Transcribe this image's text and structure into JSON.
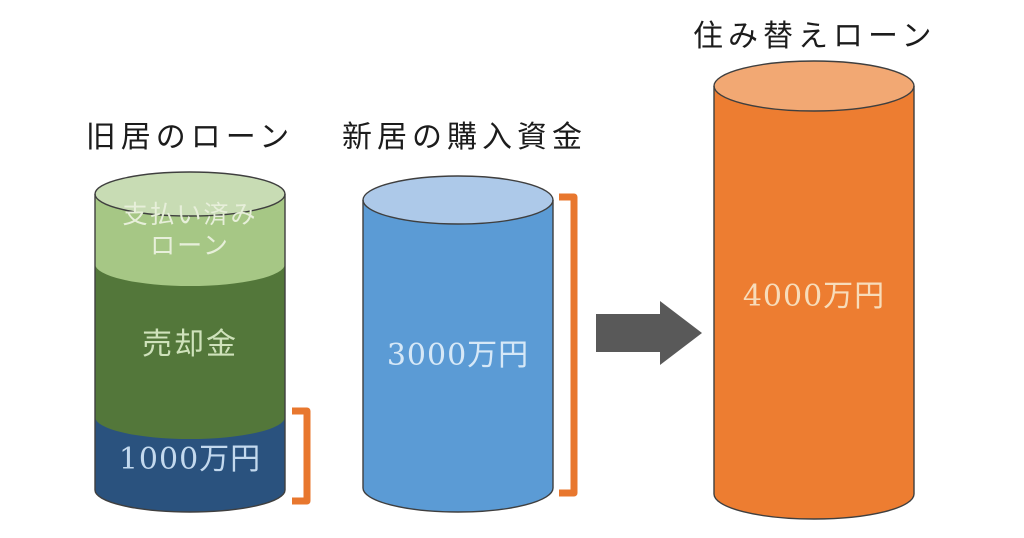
{
  "colors": {
    "paid_segment": "#a6c785",
    "paid_segment_top": "#c8dcb4",
    "sale_segment": "#53773a",
    "remaining_segment": "#2a527e",
    "purchase_cylinder": "#5b9bd5",
    "purchase_cylinder_top": "#adc9e9",
    "loan_cylinder": "#ed7d31",
    "loan_cylinder_top": "#f2a873",
    "bracket": "#e8772e",
    "arrow": "#595959"
  },
  "old_home": {
    "title": "旧居のローン",
    "paid_label_line1": "支払い済み",
    "paid_label_line2": "ローン",
    "sale_label": "売却金",
    "remaining_label": "1000万円"
  },
  "new_home": {
    "title": "新居の購入資金",
    "amount_label": "3000万円"
  },
  "relocation": {
    "title": "住み替えローン",
    "amount_label": "4000万円"
  }
}
